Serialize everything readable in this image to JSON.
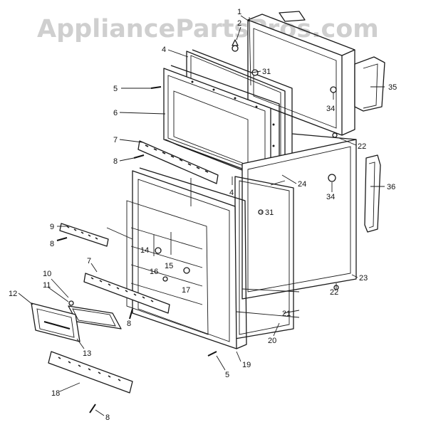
{
  "watermark": "AppliancePartsPros.com",
  "callouts": {
    "c1": "1",
    "c2": "2",
    "c4a": "4",
    "c4b": "4",
    "c5a": "5",
    "c5b": "5",
    "c6": "6",
    "c7a": "7",
    "c7b": "7",
    "c8a": "8",
    "c8b": "8",
    "c8c": "8",
    "c8d": "8",
    "c9": "9",
    "c10": "10",
    "c11": "11",
    "c12": "12",
    "c13": "13",
    "c14": "14",
    "c15": "15",
    "c16": "16",
    "c17": "17",
    "c18": "18",
    "c19": "19",
    "c20": "20",
    "c21": "21",
    "c22a": "22",
    "c22b": "22",
    "c23": "23",
    "c24": "24",
    "c31a": "31",
    "c31b": "31",
    "c34a": "34",
    "c34b": "34",
    "c35": "35",
    "c36": "36"
  }
}
